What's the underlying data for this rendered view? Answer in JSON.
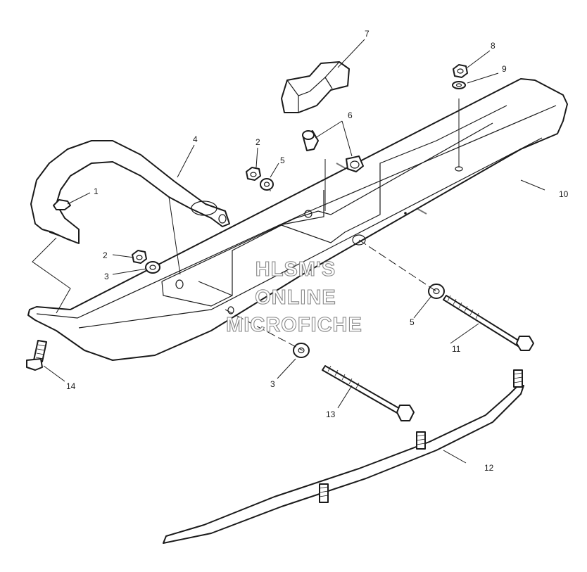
{
  "callouts": {
    "c1": "1",
    "c2a": "2",
    "c2b": "2",
    "c3a": "3",
    "c3b": "3",
    "c4": "4",
    "c5a": "5",
    "c5b": "5",
    "c6": "6",
    "c7": "7",
    "c8": "8",
    "c9": "9",
    "c10": "10",
    "c11": "11",
    "c12": "12",
    "c13": "13",
    "c14": "14"
  },
  "watermark": {
    "line1": "HLSM'S",
    "line2": "ONLINE",
    "line3": "MICROFICHE"
  }
}
